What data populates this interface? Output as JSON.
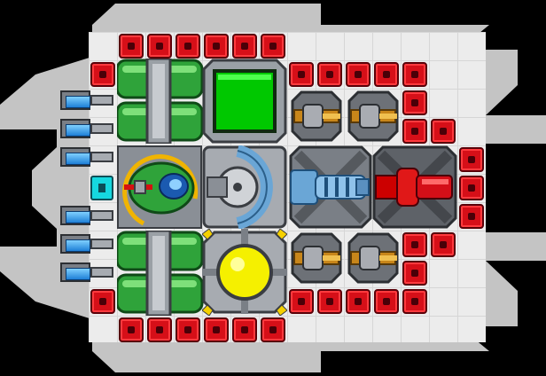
{
  "palette": {
    "background": "#000000",
    "hull": "#c4c4c4",
    "armor": "#d60f18",
    "green": "#2fa33a",
    "screen": "#00c800",
    "reactor": "#f5f000",
    "thruster_glow": "#2a95ea",
    "gun_gold": "#c8861a",
    "cyan": "#16d8df"
  },
  "parts": {
    "top_armor_row": 6,
    "bottom_armor_row": 6,
    "left_thrusters": 6,
    "right_armor_blocks": 3
  },
  "icons": {
    "cockpit": "green-cockpit-icon",
    "screen": "green-screen-icon",
    "shield": "shield-generator-icon",
    "reactor": "yellow-reactor-icon",
    "beam_weapon": "blue-beam-cannon-icon",
    "red_weapon": "red-laser-cannon-icon",
    "gun": "gold-autocannon-icon"
  }
}
